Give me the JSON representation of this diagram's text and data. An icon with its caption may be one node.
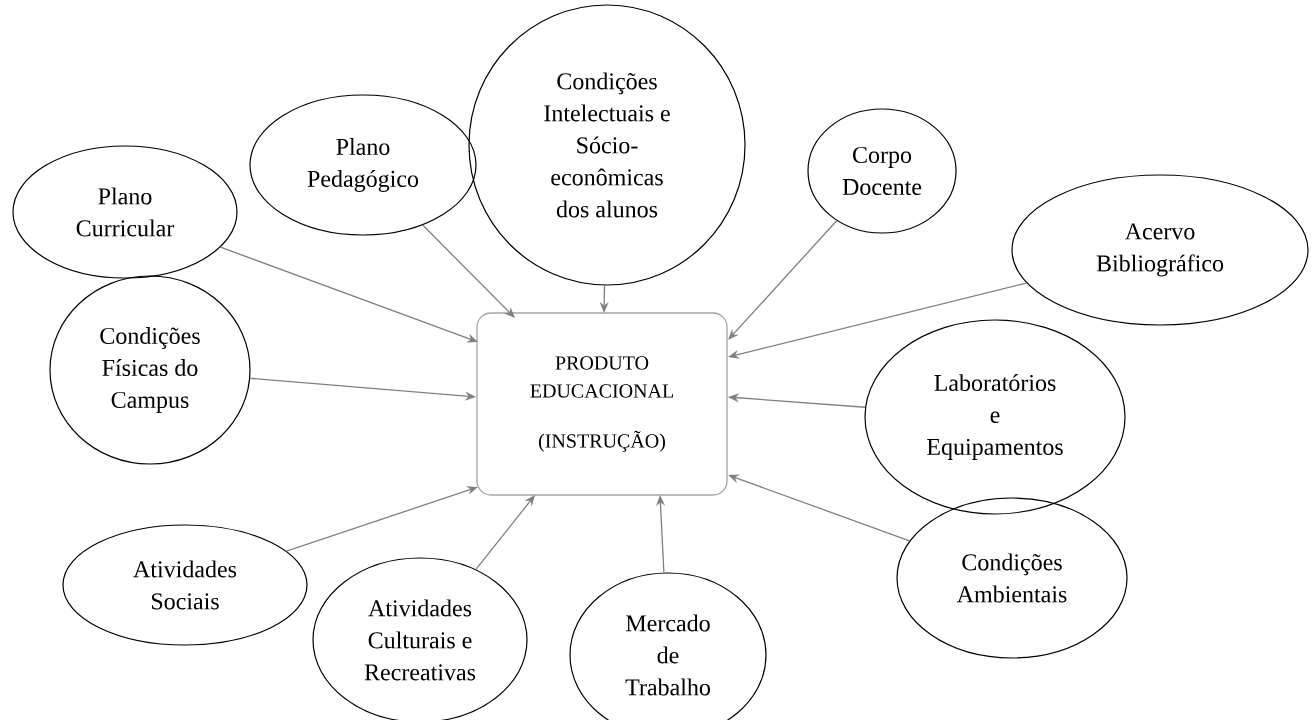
{
  "diagram": {
    "nodes": [
      {
        "text": [
          "PRODUTO EDUCACIONAL",
          "(INSTRUÇÃO)"
        ]
      },
      {
        "text": [
          "Plano Curricular"
        ]
      },
      {
        "text": [
          "Plano Pedagógico"
        ]
      },
      {
        "text": [
          "Condições Intelectuais e Sócio-econômicas dos alunos"
        ]
      },
      {
        "text": [
          "Corpo Docente"
        ]
      },
      {
        "text": [
          "Acervo Bibliográfico"
        ]
      },
      {
        "text": [
          "Condições Físicas do Campus"
        ]
      },
      {
        "text": [
          "Laboratórios e Equipamentos"
        ]
      },
      {
        "text": [
          "Atividades Sociais"
        ]
      },
      {
        "text": [
          "Atividades Culturais e Recreativas"
        ]
      },
      {
        "text": [
          "Mercado de Trabalho"
        ]
      },
      {
        "text": [
          "Condições Ambientais"
        ]
      }
    ],
    "edges": [
      {
        "from": 1,
        "to": 0,
        "arrow": "to"
      },
      {
        "from": 2,
        "to": 0,
        "arrow": "to"
      },
      {
        "from": 3,
        "to": 0,
        "arrow": "to"
      },
      {
        "from": 4,
        "to": 0,
        "arrow": "to"
      },
      {
        "from": 5,
        "to": 0,
        "arrow": "to"
      },
      {
        "from": 6,
        "to": 0,
        "arrow": "to"
      },
      {
        "from": 7,
        "to": 0,
        "arrow": "to"
      },
      {
        "from": 8,
        "to": 0,
        "arrow": "to"
      },
      {
        "from": 9,
        "to": 0,
        "arrow": "to"
      },
      {
        "from": 10,
        "to": 0,
        "arrow": "to"
      },
      {
        "from": 11,
        "to": 0,
        "arrow": "to"
      }
    ]
  }
}
